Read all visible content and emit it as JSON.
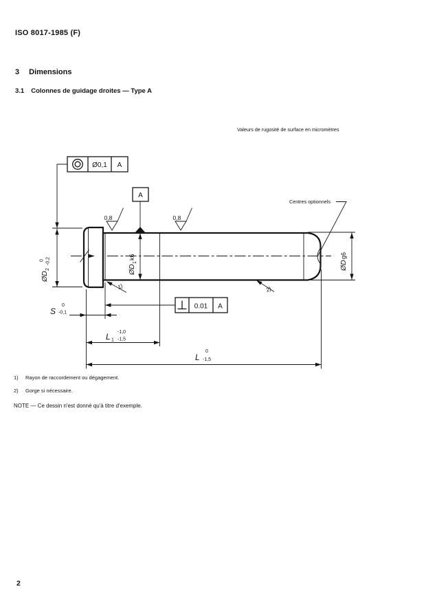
{
  "page": {
    "header": "ISO 8017-1985 (F)",
    "page_number": "2"
  },
  "section": {
    "number": "3",
    "title": "Dimensions"
  },
  "subsection": {
    "number": "3.1",
    "title": "Colonnes de guidage droites — Type A"
  },
  "surface_note": "Valeurs de rugosité de surface en micromètres",
  "drawing": {
    "icons": {
      "concentricity": "double-circle",
      "perpendicularity": "inverted-T",
      "datum_triangle": "filled-triangle",
      "roughness": "check-triangle"
    },
    "concentricity_frame": {
      "tolerance": "Ø0,1",
      "datum": "A"
    },
    "perpendicularity_frame": {
      "tolerance": "0.01",
      "datum": "A"
    },
    "datum_flag": "A",
    "roughness_1": "0,8",
    "roughness_2": "0,8",
    "centres_label": "Centres optionnels",
    "note_ref_1": "1)",
    "note_ref_2": "2)",
    "dims": {
      "d2": {
        "prefix": "ØD",
        "sub": "2",
        "tol_top": "0",
        "tol_bottom": "-0,2"
      },
      "d1": {
        "prefix": "ØD",
        "sub": "1",
        "suffix": "k6"
      },
      "dg6": {
        "prefix": "ØD",
        "suffix": "g6"
      },
      "s": {
        "prefix": "S",
        "tol_top": "0",
        "tol_bottom": "-0,1"
      },
      "l1": {
        "prefix": "L",
        "sub": "1",
        "tol_top": "-1,0",
        "tol_bottom": "-1,5"
      },
      "l": {
        "prefix": "L",
        "tol_top": "0",
        "tol_bottom": "-1,5"
      }
    }
  },
  "footnotes": [
    {
      "ref": "1)",
      "text": "Rayon de raccordement ou dégagement."
    },
    {
      "ref": "2)",
      "text": "Gorge si nécessaire."
    }
  ],
  "note": "NOTE — Ce dessin n'est donné qu'à titre d'exemple."
}
